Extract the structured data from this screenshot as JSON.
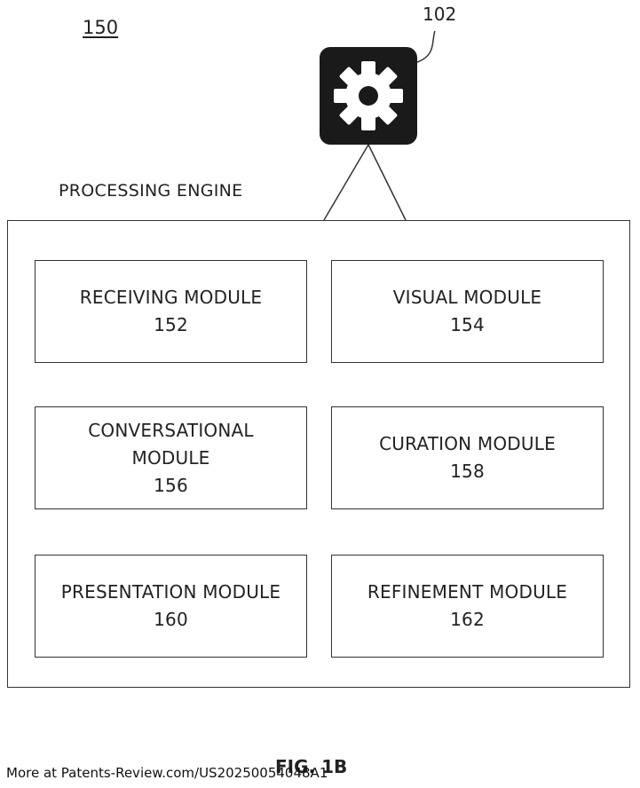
{
  "figure": {
    "ref": "150",
    "caption": "FIG. 1B"
  },
  "device": {
    "ref": "102",
    "icon": "gear-icon"
  },
  "engine": {
    "label": "PROCESSING ENGINE"
  },
  "modules": [
    {
      "lines": [
        "RECEIVING MODULE"
      ],
      "ref": "152"
    },
    {
      "lines": [
        "VISUAL MODULE"
      ],
      "ref": "154"
    },
    {
      "lines": [
        "CONVERSATIONAL",
        "MODULE"
      ],
      "ref": "156"
    },
    {
      "lines": [
        "CURATION MODULE"
      ],
      "ref": "158"
    },
    {
      "lines": [
        "PRESENTATION MODULE"
      ],
      "ref": "160"
    },
    {
      "lines": [
        "REFINEMENT MODULE"
      ],
      "ref": "162"
    }
  ],
  "footer": {
    "text": "More at Patents-Review.com/US20250054048A1"
  }
}
